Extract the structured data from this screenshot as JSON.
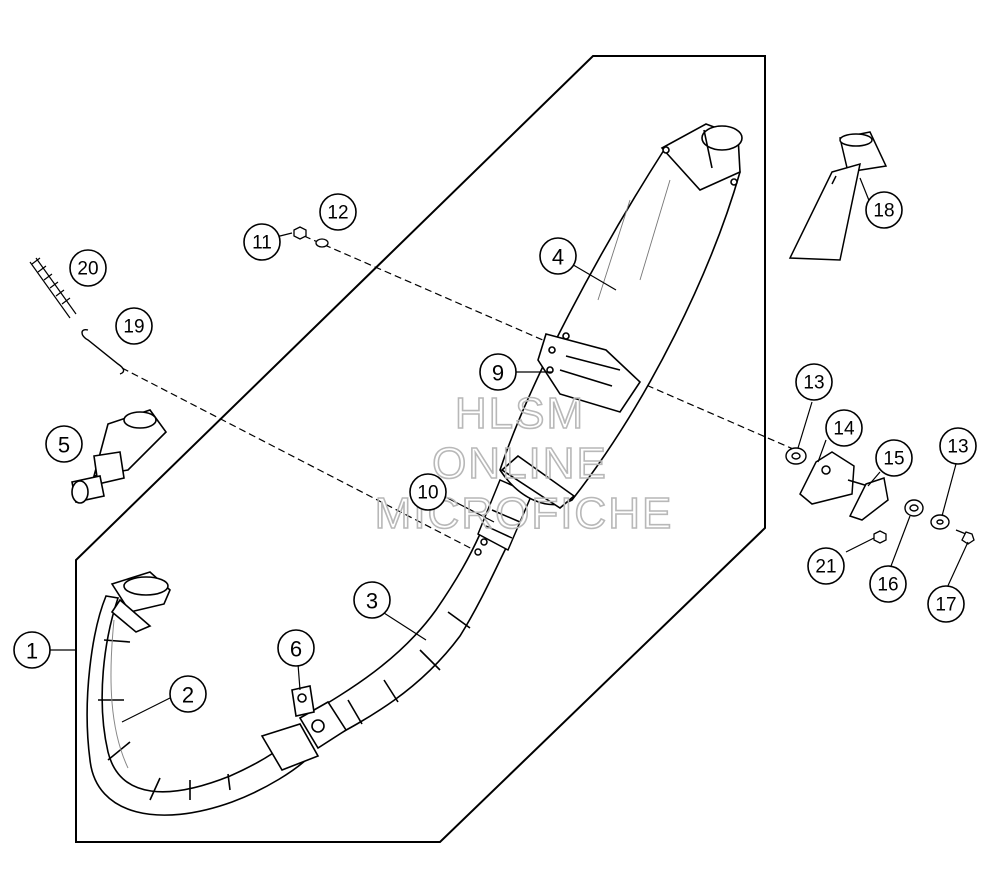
{
  "watermark": {
    "line1": "HLSM",
    "line2": "ONLINE",
    "line3": "MICROFICHE"
  },
  "callouts": [
    {
      "id": "1",
      "label": "1"
    },
    {
      "id": "2",
      "label": "2"
    },
    {
      "id": "3",
      "label": "3"
    },
    {
      "id": "4",
      "label": "4"
    },
    {
      "id": "5",
      "label": "5"
    },
    {
      "id": "6",
      "label": "6"
    },
    {
      "id": "9",
      "label": "9"
    },
    {
      "id": "10",
      "label": "10"
    },
    {
      "id": "11",
      "label": "11"
    },
    {
      "id": "12",
      "label": "12"
    },
    {
      "id": "13a",
      "label": "13"
    },
    {
      "id": "13b",
      "label": "13"
    },
    {
      "id": "14",
      "label": "14"
    },
    {
      "id": "15",
      "label": "15"
    },
    {
      "id": "16",
      "label": "16"
    },
    {
      "id": "17",
      "label": "17"
    },
    {
      "id": "18",
      "label": "18"
    },
    {
      "id": "19",
      "label": "19"
    },
    {
      "id": "20",
      "label": "20"
    },
    {
      "id": "21",
      "label": "21"
    }
  ]
}
